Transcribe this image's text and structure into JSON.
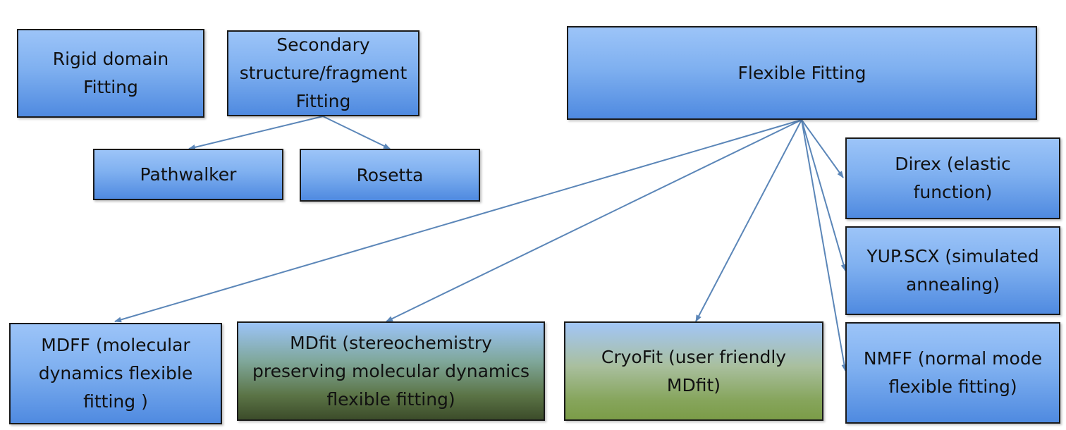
{
  "nodes": {
    "rigid": "Rigid domain\nFitting",
    "secondary": "Secondary\nstructure/fragment\nFitting",
    "flexible": "Flexible Fitting",
    "pathwalker": "Pathwalker",
    "rosetta": "Rosetta",
    "direx": "Direx (elastic\nfunction)",
    "yup": "YUP.SCX (simulated\nannealing)",
    "mdff": "MDFF (molecular\ndynamics flexible\nfitting )",
    "mdfit": "MDfit (stereochemistry\npreserving molecular dynamics\nflexible fitting)",
    "cryofit": "CryoFit (user friendly\nMDfit)",
    "nmff": "NMFF (normal mode\nflexible fitting)"
  },
  "colors": {
    "box_blue": "#7fb0f0",
    "arrow": "#5b86b8",
    "border": "#1a1a1a"
  },
  "edges": [
    {
      "from": "secondary",
      "to": "pathwalker"
    },
    {
      "from": "secondary",
      "to": "rosetta"
    },
    {
      "from": "flexible",
      "to": "mdff"
    },
    {
      "from": "flexible",
      "to": "mdfit"
    },
    {
      "from": "flexible",
      "to": "cryofit"
    },
    {
      "from": "flexible",
      "to": "direx"
    },
    {
      "from": "flexible",
      "to": "yup"
    },
    {
      "from": "flexible",
      "to": "nmff"
    }
  ]
}
